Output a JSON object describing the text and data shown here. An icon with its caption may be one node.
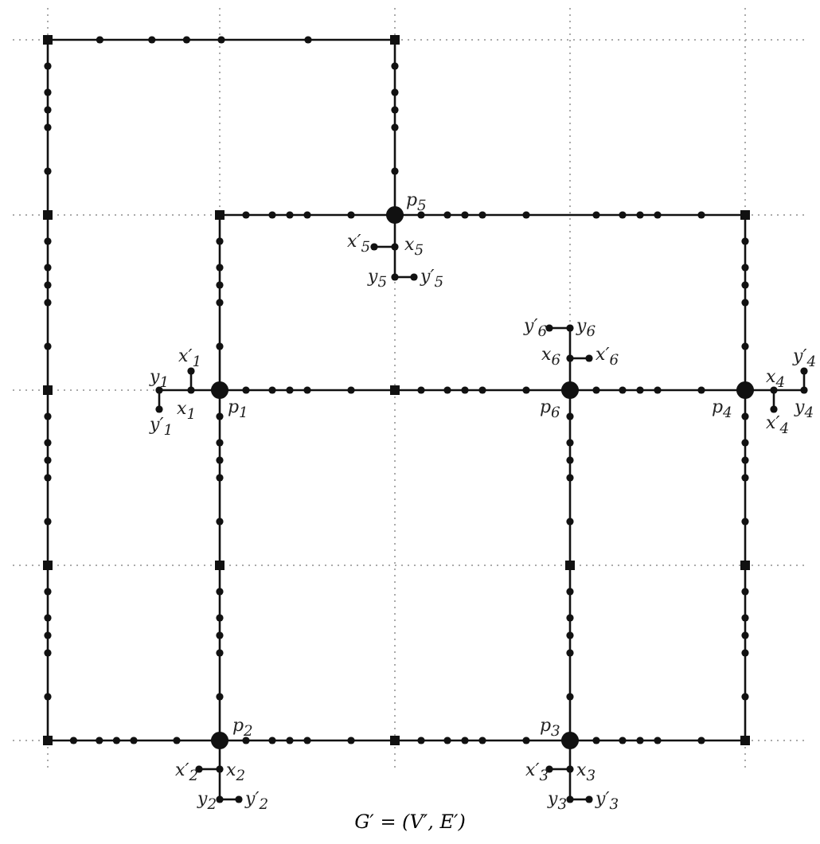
{
  "diagram": {
    "caption": "G′ = (V′, E′)",
    "labels": [
      "p$_{5}$",
      "x′$_{5}$",
      "x$_{5}$",
      "y$_{5}$",
      "y′$_{5}$",
      "y′$_{6}$",
      "y$_{6}$",
      "x$_{6}$",
      "x′$_{6}$",
      "y′$_{4}$",
      "y$_{1}$",
      "x′$_{1}$",
      "x$_{1}$",
      "p$_{1}$",
      "y′$_{1}$",
      "p$_{6}$",
      "p$_{4}$",
      "x$_{4}$",
      "y$_{4}$",
      "x′$_{4}$",
      "p$_{2}$",
      "p$_{3}$",
      "x′$_{2}$",
      "x$_{2}$",
      "x′$_{3}$",
      "x$_{3}$",
      "y$_{2}$",
      "y′$_{2}$",
      "y$_{3}$",
      "y′$_{3}$"
    ]
  }
}
